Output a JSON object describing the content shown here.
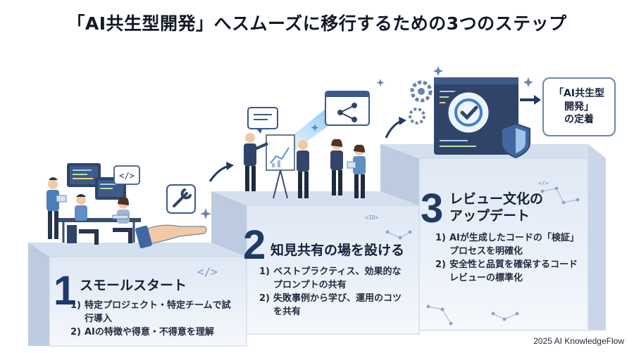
{
  "title": "「AI共生型開発」へスムーズに移行するための3つのステップ",
  "steps": [
    {
      "number": "1",
      "title": "スモールスタート",
      "items": [
        {
          "num": "1)",
          "text": "特定プロジェクト・特定チームで試行導入"
        },
        {
          "num": "2)",
          "text": "AIの特徴や得意・不得意を理解"
        }
      ]
    },
    {
      "number": "2",
      "title": "知見共有の場を設ける",
      "items": [
        {
          "num": "1)",
          "text": "ベストプラクティス、効果的なプロンプトの共有"
        },
        {
          "num": "2)",
          "text": "失敗事例から学び、運用のコツを共有"
        }
      ]
    },
    {
      "number": "3",
      "title_line1": "レビュー文化の",
      "title_line2": "アップデート",
      "items": [
        {
          "num": "1)",
          "text": "AIが生成したコードの「検証」プロセスを明確化"
        },
        {
          "num": "2)",
          "text": "安全性と品質を確保するコードレビューの標準化"
        }
      ]
    }
  ],
  "goal": {
    "line1": "「AI共生型",
    "line2": "開発」",
    "line3": "の定着"
  },
  "decor": {
    "code_tag_1": "</>",
    "code_tag_2": "</>",
    "id_tag": "<ID>",
    "small_tag": "</>"
  },
  "footer": "2025 AI KnowledgeFlow",
  "colors": {
    "navy": "#1f3a66",
    "step_front": "#e9eff7",
    "step_top": "#d5e0ee",
    "step_side": "#b9c9df",
    "accent_blue": "#5b8fd0"
  }
}
